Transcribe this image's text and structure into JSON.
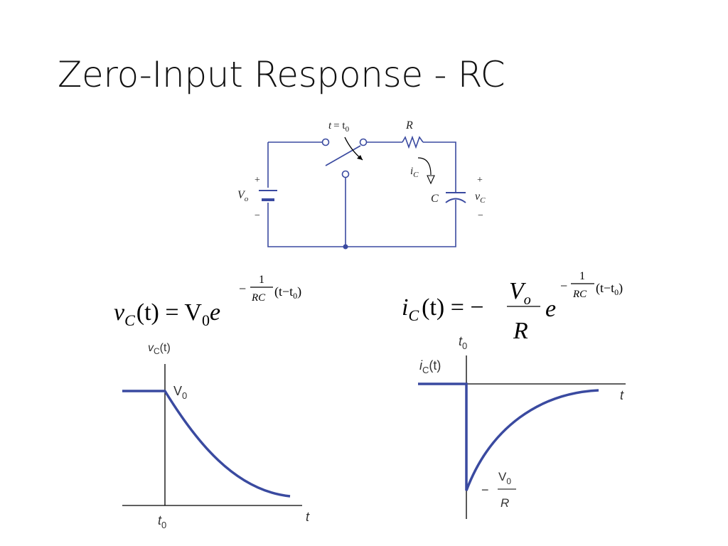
{
  "slide": {
    "title": "Zero-Input Response - RC"
  },
  "circuit": {
    "switch_label_t": "t",
    "switch_label_eq": "= t",
    "switch_label_sub": "0",
    "resistor_label": "R",
    "current_label": "i",
    "current_sub": "C",
    "capacitor_label": "C",
    "source_label": "V",
    "source_sub": "o",
    "plus": "+",
    "minus": "−",
    "vc_label": "v",
    "vc_sub": "C",
    "wire_color": "#3a4aa0"
  },
  "equation_vc": {
    "lhs_v": "v",
    "lhs_sub": "C",
    "lhs_arg": "(t) = V",
    "v0_sub": "0",
    "e": "e",
    "exp_sign": "−",
    "exp_num": "1",
    "exp_den": "RC",
    "exp_paren": "(t−t",
    "exp_sub": "0",
    "exp_close": ")"
  },
  "equation_ic": {
    "lhs_i": "i",
    "lhs_sub": "C",
    "lhs_arg": "(t) = −",
    "frac_num": "V",
    "frac_num_sub": "o",
    "frac_den": "R",
    "e": "e",
    "exp_sign": "−",
    "exp_num": "1",
    "exp_den": "RC",
    "exp_paren": "(t−t",
    "exp_sub": "0",
    "exp_close": ")"
  },
  "graph_vc": {
    "ylabel": "v",
    "ylabel_sub": "C",
    "ylabel_arg": "(t)",
    "peak_label": "V",
    "peak_sub": "0",
    "t0_label": "t",
    "t0_sub": "0",
    "xlabel": "t",
    "curve_color": "#3a4aa0"
  },
  "graph_ic": {
    "ylabel": "i",
    "ylabel_sub": "C",
    "ylabel_arg": "(t)",
    "t0_label": "t",
    "t0_sub": "0",
    "xlabel": "t",
    "min_label_sign": "−",
    "min_label_num": "V",
    "min_label_num_sub": "0",
    "min_label_den": "R",
    "curve_color": "#3a4aa0"
  }
}
